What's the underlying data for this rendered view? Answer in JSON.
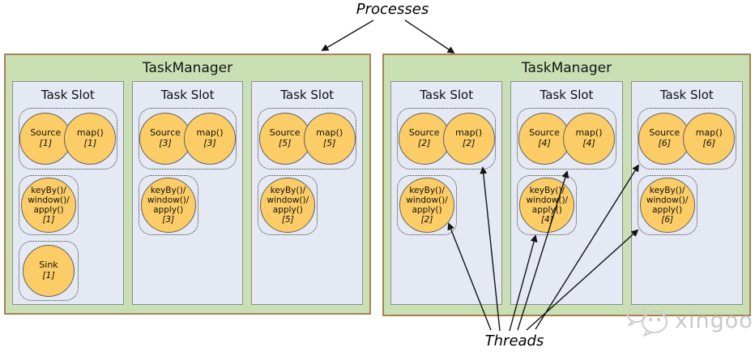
{
  "labels": {
    "processes": "Processes",
    "threads": "Threads"
  },
  "watermark": {
    "text": "xingoo"
  },
  "colors": {
    "taskmanager_fill": "#c9dfb4",
    "taskmanager_border": "#aa8052",
    "slot_fill": "#e4e9f3",
    "slot_border": "#8e8e8e",
    "operator_fill": "#fccd66",
    "operator_border": "#636363",
    "arrow": "#141414",
    "watermark_gray": "#c9c9c9"
  },
  "tms": [
    {
      "title": "TaskManager",
      "slots": [
        {
          "title": "Task Slot",
          "pair": {
            "c1": "Source",
            "c1i": "[1]",
            "c2": "map()",
            "c2i": "[1]"
          },
          "keyby": {
            "l1": "keyBy()/",
            "l2": "window()/",
            "l3": "apply()",
            "idx": "[1]"
          },
          "sink": {
            "label": "Sink",
            "idx": "[1]"
          }
        },
        {
          "title": "Task Slot",
          "pair": {
            "c1": "Source",
            "c1i": "[3]",
            "c2": "map()",
            "c2i": "[3]"
          },
          "keyby": {
            "l1": "keyBy()/",
            "l2": "window()/",
            "l3": "apply()",
            "idx": "[3]"
          }
        },
        {
          "title": "Task Slot",
          "pair": {
            "c1": "Source",
            "c1i": "[5]",
            "c2": "map()",
            "c2i": "[5]"
          },
          "keyby": {
            "l1": "keyBy()/",
            "l2": "window()/",
            "l3": "apply()",
            "idx": "[5]"
          }
        }
      ]
    },
    {
      "title": "TaskManager",
      "slots": [
        {
          "title": "Task Slot",
          "pair": {
            "c1": "Source",
            "c1i": "[2]",
            "c2": "map()",
            "c2i": "[2]"
          },
          "keyby": {
            "l1": "keyBy()/",
            "l2": "window()/",
            "l3": "apply()",
            "idx": "[2]"
          }
        },
        {
          "title": "Task Slot",
          "pair": {
            "c1": "Source",
            "c1i": "[4]",
            "c2": "map()",
            "c2i": "[4]"
          },
          "keyby": {
            "l1": "keyBy()/",
            "l2": "window()/",
            "l3": "apply()",
            "idx": "[4]"
          }
        },
        {
          "title": "Task Slot",
          "pair": {
            "c1": "Source",
            "c1i": "[6]",
            "c2": "map()",
            "c2i": "[6]"
          },
          "keyby": {
            "l1": "keyBy()/",
            "l2": "window()/",
            "l3": "apply()",
            "idx": "[6]"
          }
        }
      ]
    }
  ]
}
